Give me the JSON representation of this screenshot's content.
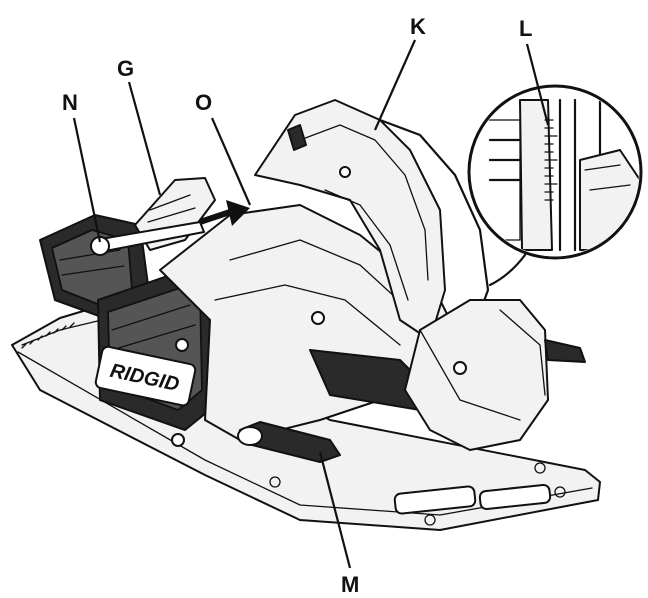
{
  "diagram": {
    "brand_logo": "RIDGID",
    "labels": {
      "G": "G",
      "K": "K",
      "L": "L",
      "M": "M",
      "N": "N",
      "O": "O"
    }
  }
}
